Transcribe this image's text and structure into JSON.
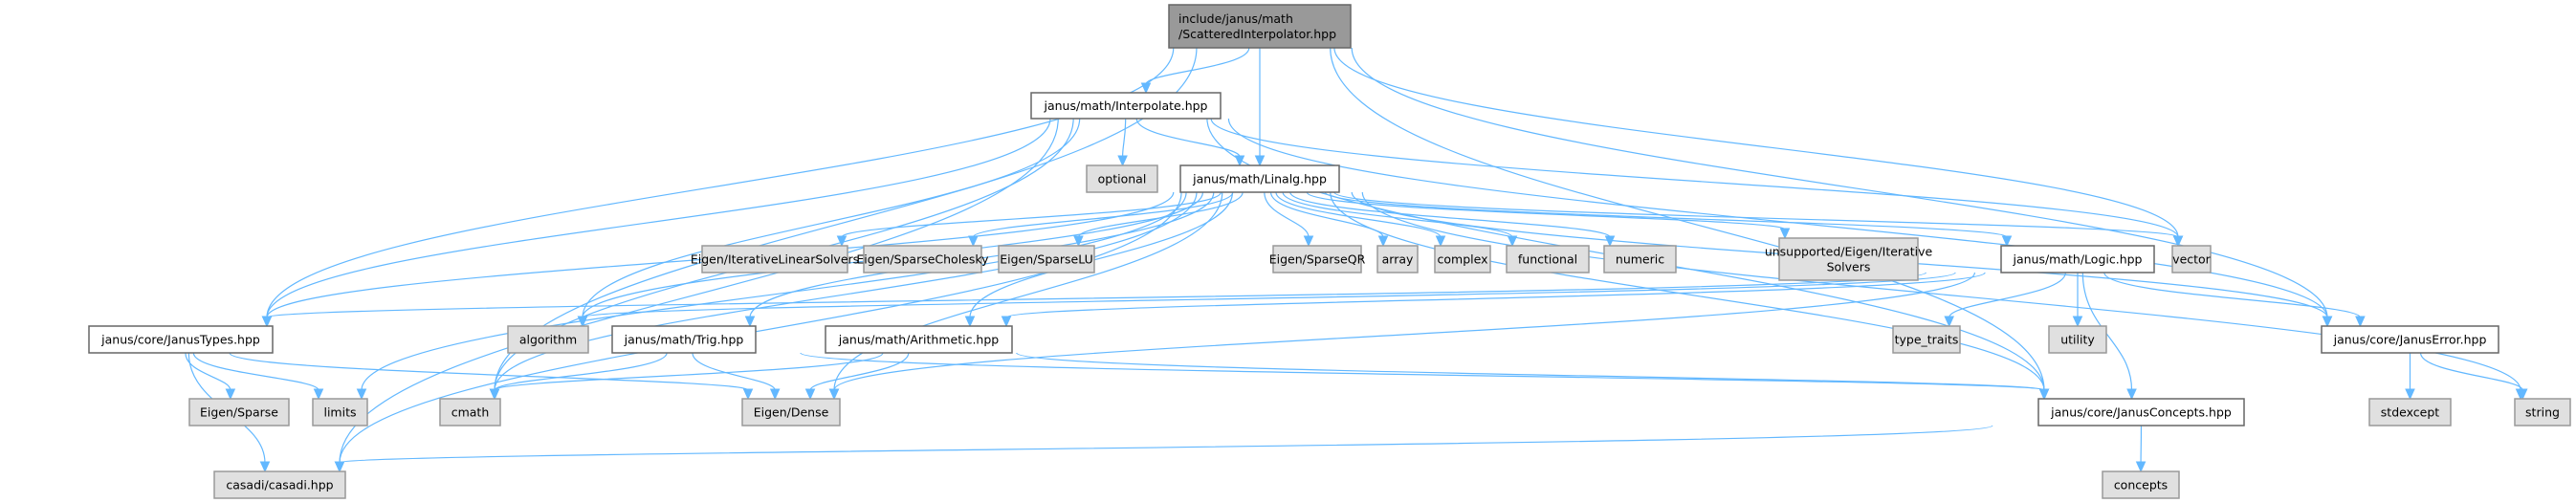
{
  "title": "include/janus/math/ScatteredInterpolator.hpp include dependency graph",
  "colors": {
    "edge": "#63b8ff",
    "root_fill": "#999999",
    "local_fill": "#ffffff",
    "system_fill": "#e0e0e0"
  },
  "nodes": [
    {
      "id": "root",
      "kind": "root",
      "lines": [
        "include/janus/math",
        "/ScatteredInterpolator.hpp"
      ]
    },
    {
      "id": "interpolate",
      "kind": "local",
      "lines": [
        "janus/math/Interpolate.hpp"
      ]
    },
    {
      "id": "optional",
      "kind": "system",
      "lines": [
        "optional"
      ]
    },
    {
      "id": "linalg",
      "kind": "local",
      "lines": [
        "janus/math/Linalg.hpp"
      ]
    },
    {
      "id": "iterative",
      "kind": "system",
      "lines": [
        "Eigen/IterativeLinearSolvers"
      ]
    },
    {
      "id": "cholesky",
      "kind": "system",
      "lines": [
        "Eigen/SparseCholesky"
      ]
    },
    {
      "id": "sparselu",
      "kind": "system",
      "lines": [
        "Eigen/SparseLU"
      ]
    },
    {
      "id": "sparseqr",
      "kind": "system",
      "lines": [
        "Eigen/SparseQR"
      ]
    },
    {
      "id": "array",
      "kind": "system",
      "lines": [
        "array"
      ]
    },
    {
      "id": "complex",
      "kind": "system",
      "lines": [
        "complex"
      ]
    },
    {
      "id": "functional",
      "kind": "system",
      "lines": [
        "functional"
      ]
    },
    {
      "id": "numeric",
      "kind": "system",
      "lines": [
        "numeric"
      ]
    },
    {
      "id": "unsupported",
      "kind": "system",
      "lines": [
        "unsupported/Eigen/Iterative",
        "Solvers"
      ]
    },
    {
      "id": "logic",
      "kind": "local",
      "lines": [
        "janus/math/Logic.hpp"
      ]
    },
    {
      "id": "vector",
      "kind": "system",
      "lines": [
        "vector"
      ]
    },
    {
      "id": "janustypes",
      "kind": "local",
      "lines": [
        "janus/core/JanusTypes.hpp"
      ]
    },
    {
      "id": "algorithm",
      "kind": "system",
      "lines": [
        "algorithm"
      ]
    },
    {
      "id": "trig",
      "kind": "local",
      "lines": [
        "janus/math/Trig.hpp"
      ]
    },
    {
      "id": "arithmetic",
      "kind": "local",
      "lines": [
        "janus/math/Arithmetic.hpp"
      ]
    },
    {
      "id": "type_traits",
      "kind": "system",
      "lines": [
        "type_traits"
      ]
    },
    {
      "id": "utility",
      "kind": "system",
      "lines": [
        "utility"
      ]
    },
    {
      "id": "januserror",
      "kind": "local",
      "lines": [
        "janus/core/JanusError.hpp"
      ]
    },
    {
      "id": "eigensparse",
      "kind": "system",
      "lines": [
        "Eigen/Sparse"
      ]
    },
    {
      "id": "limits",
      "kind": "system",
      "lines": [
        "limits"
      ]
    },
    {
      "id": "cmath",
      "kind": "system",
      "lines": [
        "cmath"
      ]
    },
    {
      "id": "eigendense",
      "kind": "system",
      "lines": [
        "Eigen/Dense"
      ]
    },
    {
      "id": "concepts_hpp",
      "kind": "local",
      "lines": [
        "janus/core/JanusConcepts.hpp"
      ]
    },
    {
      "id": "stdexcept",
      "kind": "system",
      "lines": [
        "stdexcept"
      ]
    },
    {
      "id": "string",
      "kind": "system",
      "lines": [
        "string"
      ]
    },
    {
      "id": "casadi",
      "kind": "system",
      "lines": [
        "casadi/casadi.hpp"
      ]
    },
    {
      "id": "concepts",
      "kind": "system",
      "lines": [
        "concepts"
      ]
    }
  ],
  "edges": [
    [
      "root",
      "interpolate"
    ],
    [
      "root",
      "linalg"
    ],
    [
      "root",
      "janustypes"
    ],
    [
      "root",
      "vector"
    ],
    [
      "root",
      "januserror"
    ],
    [
      "root",
      "concepts_hpp"
    ],
    [
      "root",
      "cmath"
    ],
    [
      "interpolate",
      "optional"
    ],
    [
      "interpolate",
      "linalg"
    ],
    [
      "interpolate",
      "janustypes"
    ],
    [
      "interpolate",
      "casadi"
    ],
    [
      "interpolate",
      "cmath"
    ],
    [
      "interpolate",
      "algorithm"
    ],
    [
      "interpolate",
      "vector"
    ],
    [
      "interpolate",
      "januserror"
    ],
    [
      "interpolate",
      "concepts_hpp"
    ],
    [
      "linalg",
      "iterative"
    ],
    [
      "linalg",
      "cholesky"
    ],
    [
      "linalg",
      "sparselu"
    ],
    [
      "linalg",
      "sparseqr"
    ],
    [
      "linalg",
      "array"
    ],
    [
      "linalg",
      "complex"
    ],
    [
      "linalg",
      "functional"
    ],
    [
      "linalg",
      "numeric"
    ],
    [
      "linalg",
      "unsupported"
    ],
    [
      "linalg",
      "logic"
    ],
    [
      "linalg",
      "vector"
    ],
    [
      "linalg",
      "janustypes"
    ],
    [
      "linalg",
      "algorithm"
    ],
    [
      "linalg",
      "trig"
    ],
    [
      "linalg",
      "arithmetic"
    ],
    [
      "linalg",
      "limits"
    ],
    [
      "linalg",
      "cmath"
    ],
    [
      "linalg",
      "eigendense"
    ],
    [
      "linalg",
      "casadi"
    ],
    [
      "linalg",
      "concepts_hpp"
    ],
    [
      "linalg",
      "januserror"
    ],
    [
      "linalg",
      "string"
    ],
    [
      "logic",
      "janustypes"
    ],
    [
      "logic",
      "algorithm"
    ],
    [
      "logic",
      "arithmetic"
    ],
    [
      "logic",
      "type_traits"
    ],
    [
      "logic",
      "utility"
    ],
    [
      "logic",
      "concepts_hpp"
    ],
    [
      "logic",
      "januserror"
    ],
    [
      "logic",
      "eigendense"
    ],
    [
      "janustypes",
      "eigensparse"
    ],
    [
      "janustypes",
      "limits"
    ],
    [
      "janustypes",
      "casadi"
    ],
    [
      "janustypes",
      "eigendense"
    ],
    [
      "trig",
      "cmath"
    ],
    [
      "trig",
      "eigendense"
    ],
    [
      "trig",
      "concepts_hpp"
    ],
    [
      "arithmetic",
      "cmath"
    ],
    [
      "arithmetic",
      "eigendense"
    ],
    [
      "arithmetic",
      "concepts_hpp"
    ],
    [
      "januserror",
      "stdexcept"
    ],
    [
      "januserror",
      "string"
    ],
    [
      "concepts_hpp",
      "casadi"
    ],
    [
      "concepts_hpp",
      "concepts"
    ]
  ]
}
